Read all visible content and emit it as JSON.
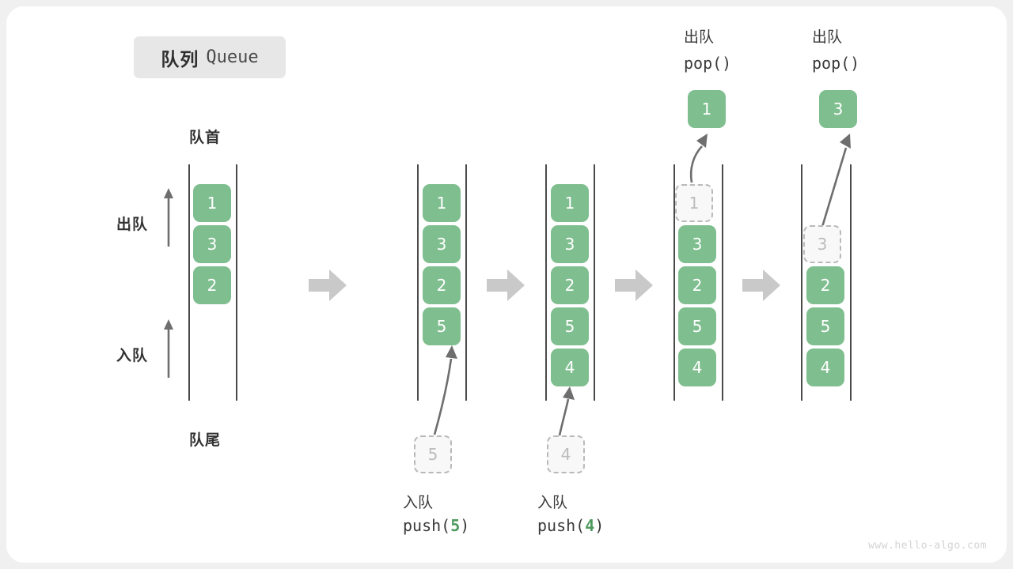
{
  "page": {
    "background": "#f0f0f0",
    "card_background": "#ffffff",
    "watermark": "www.hello-algo.com"
  },
  "colors": {
    "element": "#7fbe8f",
    "element_text": "#ffffff",
    "ghost_fill": "#f8f8f8",
    "ghost_border": "#b9b9b9",
    "ghost_text": "#bcbcbc",
    "rail": "#4a4a4a",
    "step_arrow": "#c9c9c9",
    "motion_arrow": "#6e6e6e",
    "badge": "#e7e7e7",
    "accent_number": "#4f9a5e"
  },
  "title": {
    "cn": "队列",
    "en": "Queue"
  },
  "axis_labels": {
    "head": "队首",
    "tail": "队尾",
    "dequeue": "出队",
    "enqueue": "入队"
  },
  "stages": [
    {
      "id": "initial",
      "name": "initial-queue",
      "items": [
        "1",
        "3",
        "2"
      ],
      "ghost": null,
      "popped": null,
      "caption_cn": null,
      "caption_code": null
    },
    {
      "id": "push5",
      "name": "after-push-5",
      "items": [
        "1",
        "3",
        "2",
        "5"
      ],
      "ghost": "5",
      "popped": null,
      "caption_cn": "入队",
      "caption_code_prefix": "push(",
      "caption_code_value": "5",
      "caption_code_suffix": ")"
    },
    {
      "id": "push4",
      "name": "after-push-4",
      "items": [
        "1",
        "3",
        "2",
        "5",
        "4"
      ],
      "ghost": "4",
      "popped": null,
      "caption_cn": "入队",
      "caption_code_prefix": "push(",
      "caption_code_value": "4",
      "caption_code_suffix": ")"
    },
    {
      "id": "pop1",
      "name": "after-pop-1",
      "items": [
        "3",
        "2",
        "5",
        "4"
      ],
      "ghost": "1",
      "popped": "1",
      "caption_cn": "出队",
      "caption_code": "pop()"
    },
    {
      "id": "pop3",
      "name": "after-pop-3",
      "items": [
        "2",
        "5",
        "4"
      ],
      "ghost": "3",
      "popped": "3",
      "caption_cn": "出队",
      "caption_code": "pop()"
    }
  ]
}
